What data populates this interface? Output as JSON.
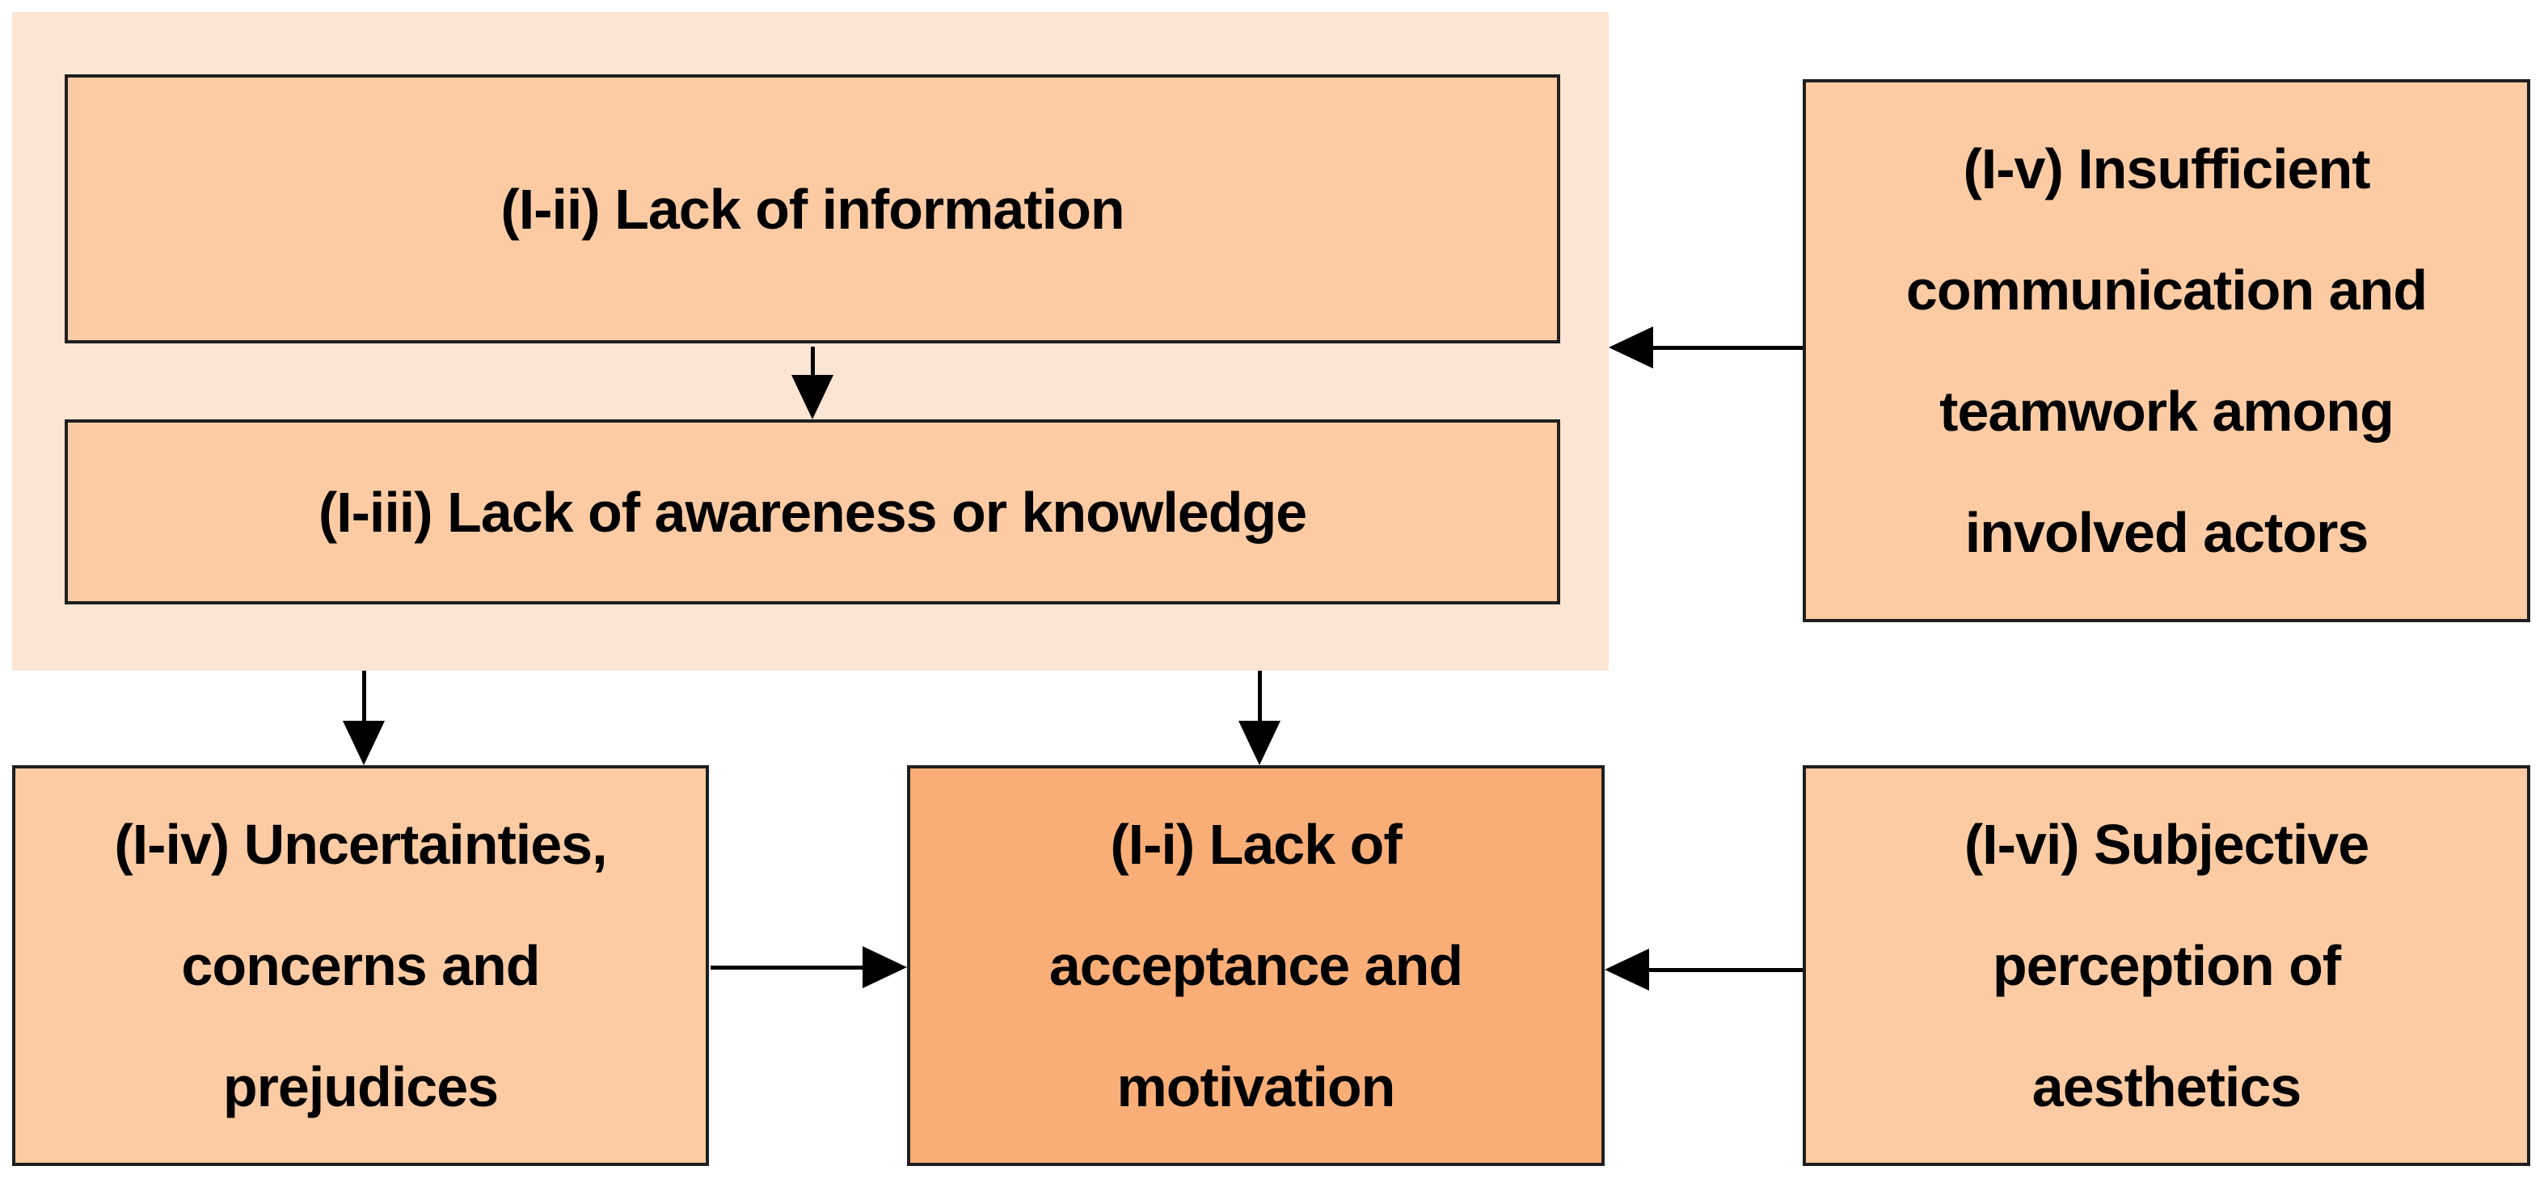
{
  "figure": {
    "background": "#ffffff",
    "colors": {
      "group_background": "#fde5d4",
      "node_fill": "#fccba4",
      "emphasis_node_fill": "#faae77",
      "node_border": "#1f1f1f",
      "arrow_color": "#000000",
      "text_color": "#000000"
    },
    "nodes": {
      "i_ii": {
        "id": "(I-ii)",
        "label": "(I-ii) Lack of information"
      },
      "i_iii": {
        "id": "(I-iii)",
        "label": "(I-iii) Lack of awareness or knowledge"
      },
      "i_v": {
        "id": "(I-v)",
        "label": "(I-v) Insufficient\ncommunication and\nteamwork among\ninvolved actors"
      },
      "i_iv": {
        "id": "(I-iv)",
        "label": "(I-iv) Uncertainties,\nconcerns and\nprejudices"
      },
      "i_i": {
        "id": "(I-i)",
        "label": "(I-i) Lack of\nacceptance and\nmotivation"
      },
      "i_vi": {
        "id": "(I-vi)",
        "label": "(I-vi) Subjective\nperception of\naesthetics"
      }
    },
    "edges": [
      {
        "from": "(I-ii)",
        "to": "(I-iii)",
        "direction": "down"
      },
      {
        "from": "(I-v)",
        "to": "group of (I-ii) and (I-iii)",
        "direction": "left"
      },
      {
        "from": "group of (I-ii) and (I-iii)",
        "to": "(I-iv)",
        "direction": "down"
      },
      {
        "from": "group of (I-ii) and (I-iii)",
        "to": "(I-i)",
        "direction": "down"
      },
      {
        "from": "(I-iv)",
        "to": "(I-i)",
        "direction": "right"
      },
      {
        "from": "(I-vi)",
        "to": "(I-i)",
        "direction": "left"
      }
    ]
  }
}
